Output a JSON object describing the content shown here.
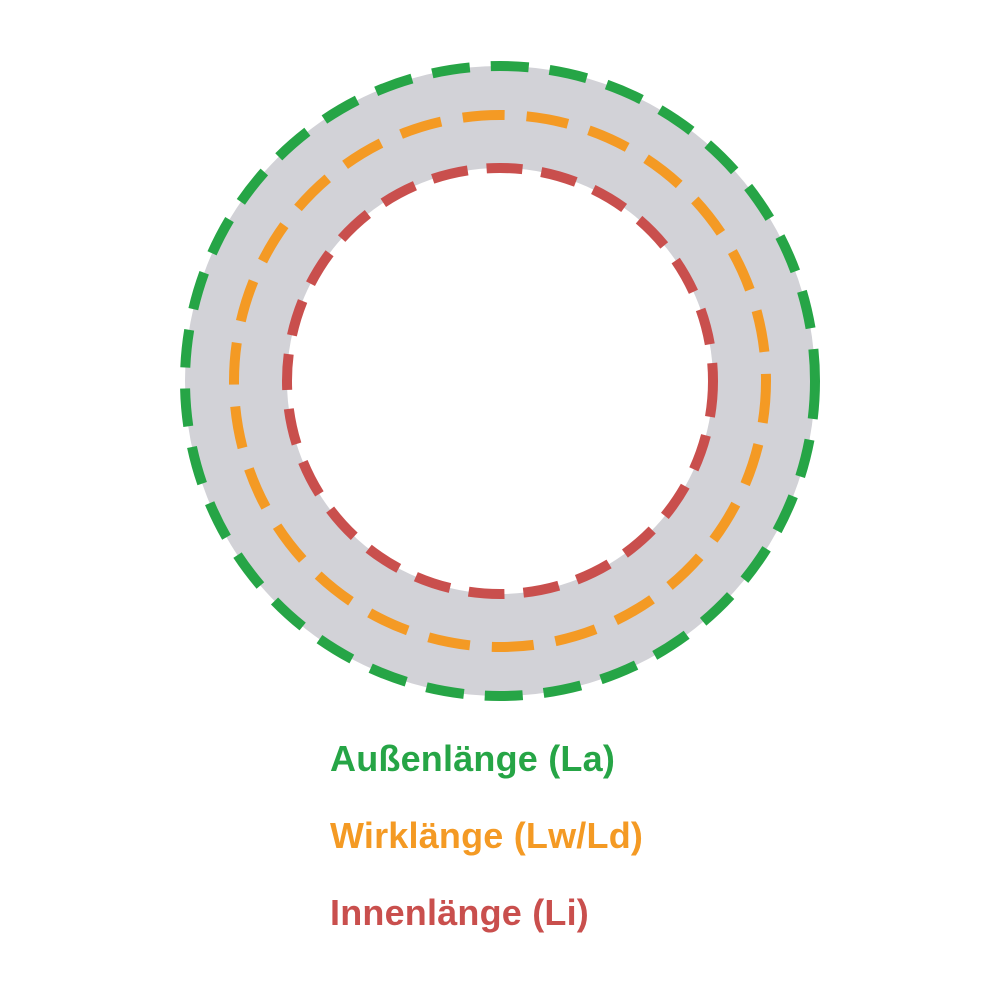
{
  "page": {
    "background": "#ffffff",
    "description": "V-belt length measurement diagram"
  },
  "diagram": {
    "ring_color": "#d2d2d7",
    "circles": [
      {
        "name": "outer-length-circle",
        "measure": "La"
      },
      {
        "name": "effective-length-circle",
        "measure": "Lw/Ld"
      },
      {
        "name": "inner-length-circle",
        "measure": "Li"
      }
    ]
  },
  "legend": [
    {
      "label": "Außenlänge (La)",
      "color": "#26a546"
    },
    {
      "label": "Wirklänge (Lw/Ld)",
      "color": "#f49a24"
    },
    {
      "label": "Innenlänge (Li)",
      "color": "#c94f4d"
    }
  ]
}
